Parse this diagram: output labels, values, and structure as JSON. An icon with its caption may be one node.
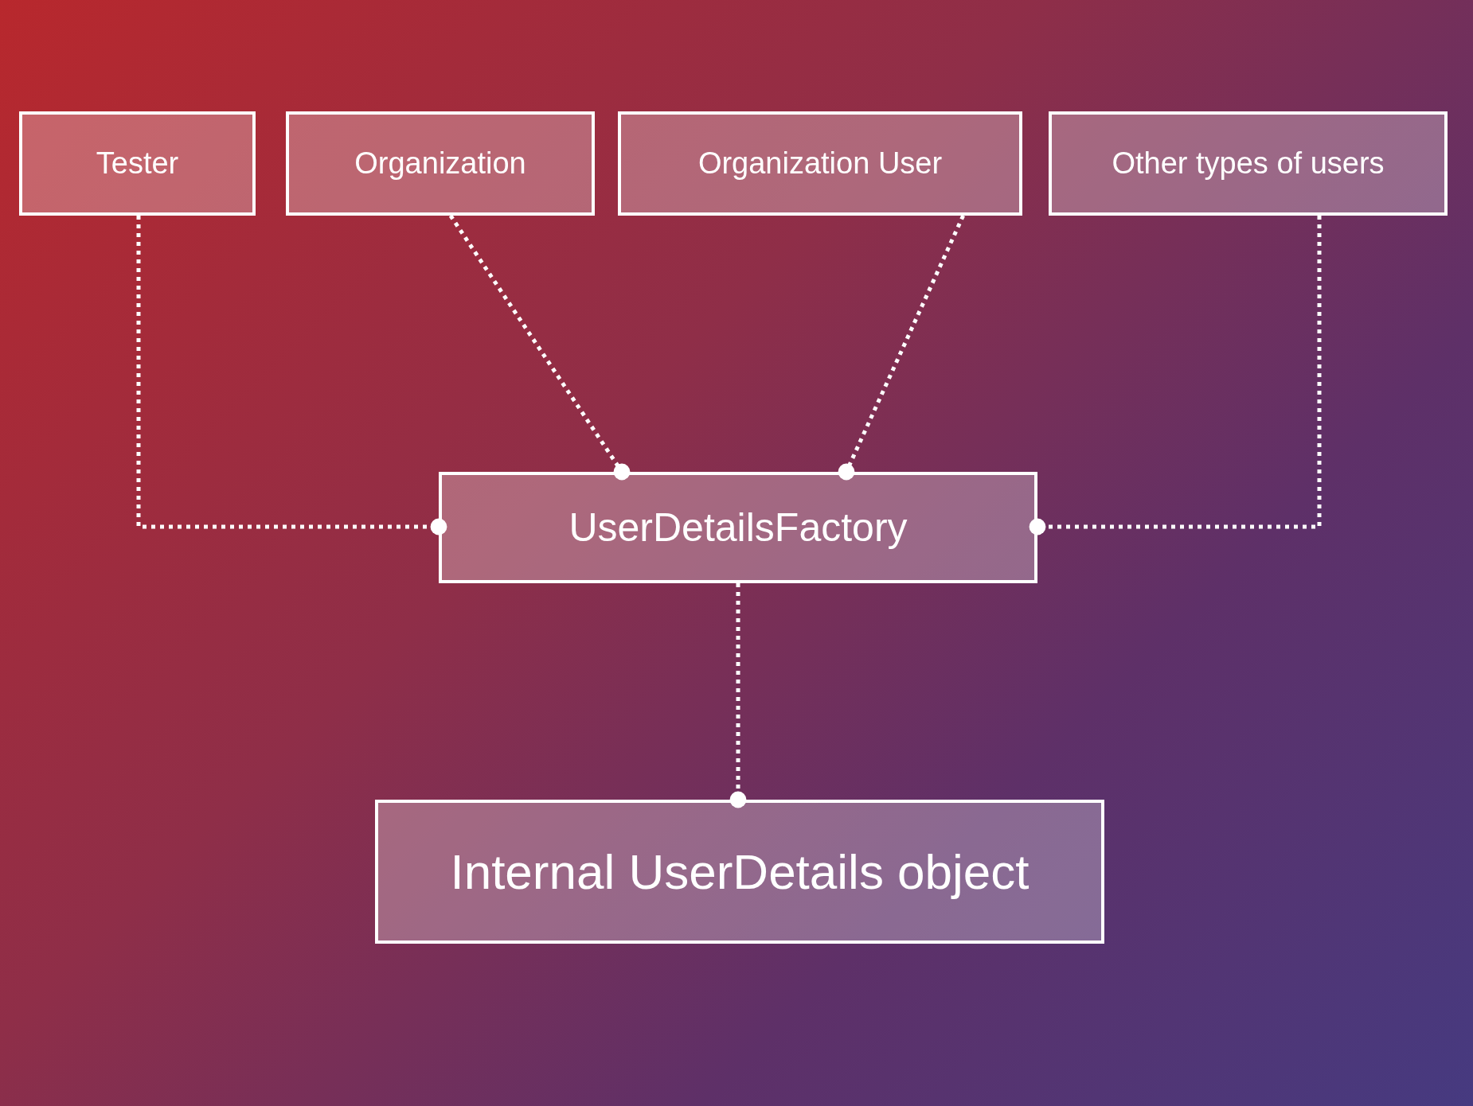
{
  "diagram": {
    "nodes": [
      {
        "text": [
          "Tester"
        ]
      },
      {
        "text": [
          "Organization"
        ]
      },
      {
        "text": [
          "Organization User"
        ]
      },
      {
        "text": [
          "Other types of users"
        ]
      },
      {
        "text": [
          "UserDetailsFactory"
        ]
      },
      {
        "text": [
          "Internal UserDetails object"
        ]
      }
    ],
    "edges": [
      {
        "from": 0,
        "to": 4,
        "arrow": "other"
      },
      {
        "from": 1,
        "to": 4,
        "arrow": "other"
      },
      {
        "from": 2,
        "to": 4,
        "arrow": "other"
      },
      {
        "from": 3,
        "to": 4,
        "arrow": "other"
      },
      {
        "from": 4,
        "to": 5,
        "arrow": "other"
      }
    ]
  }
}
